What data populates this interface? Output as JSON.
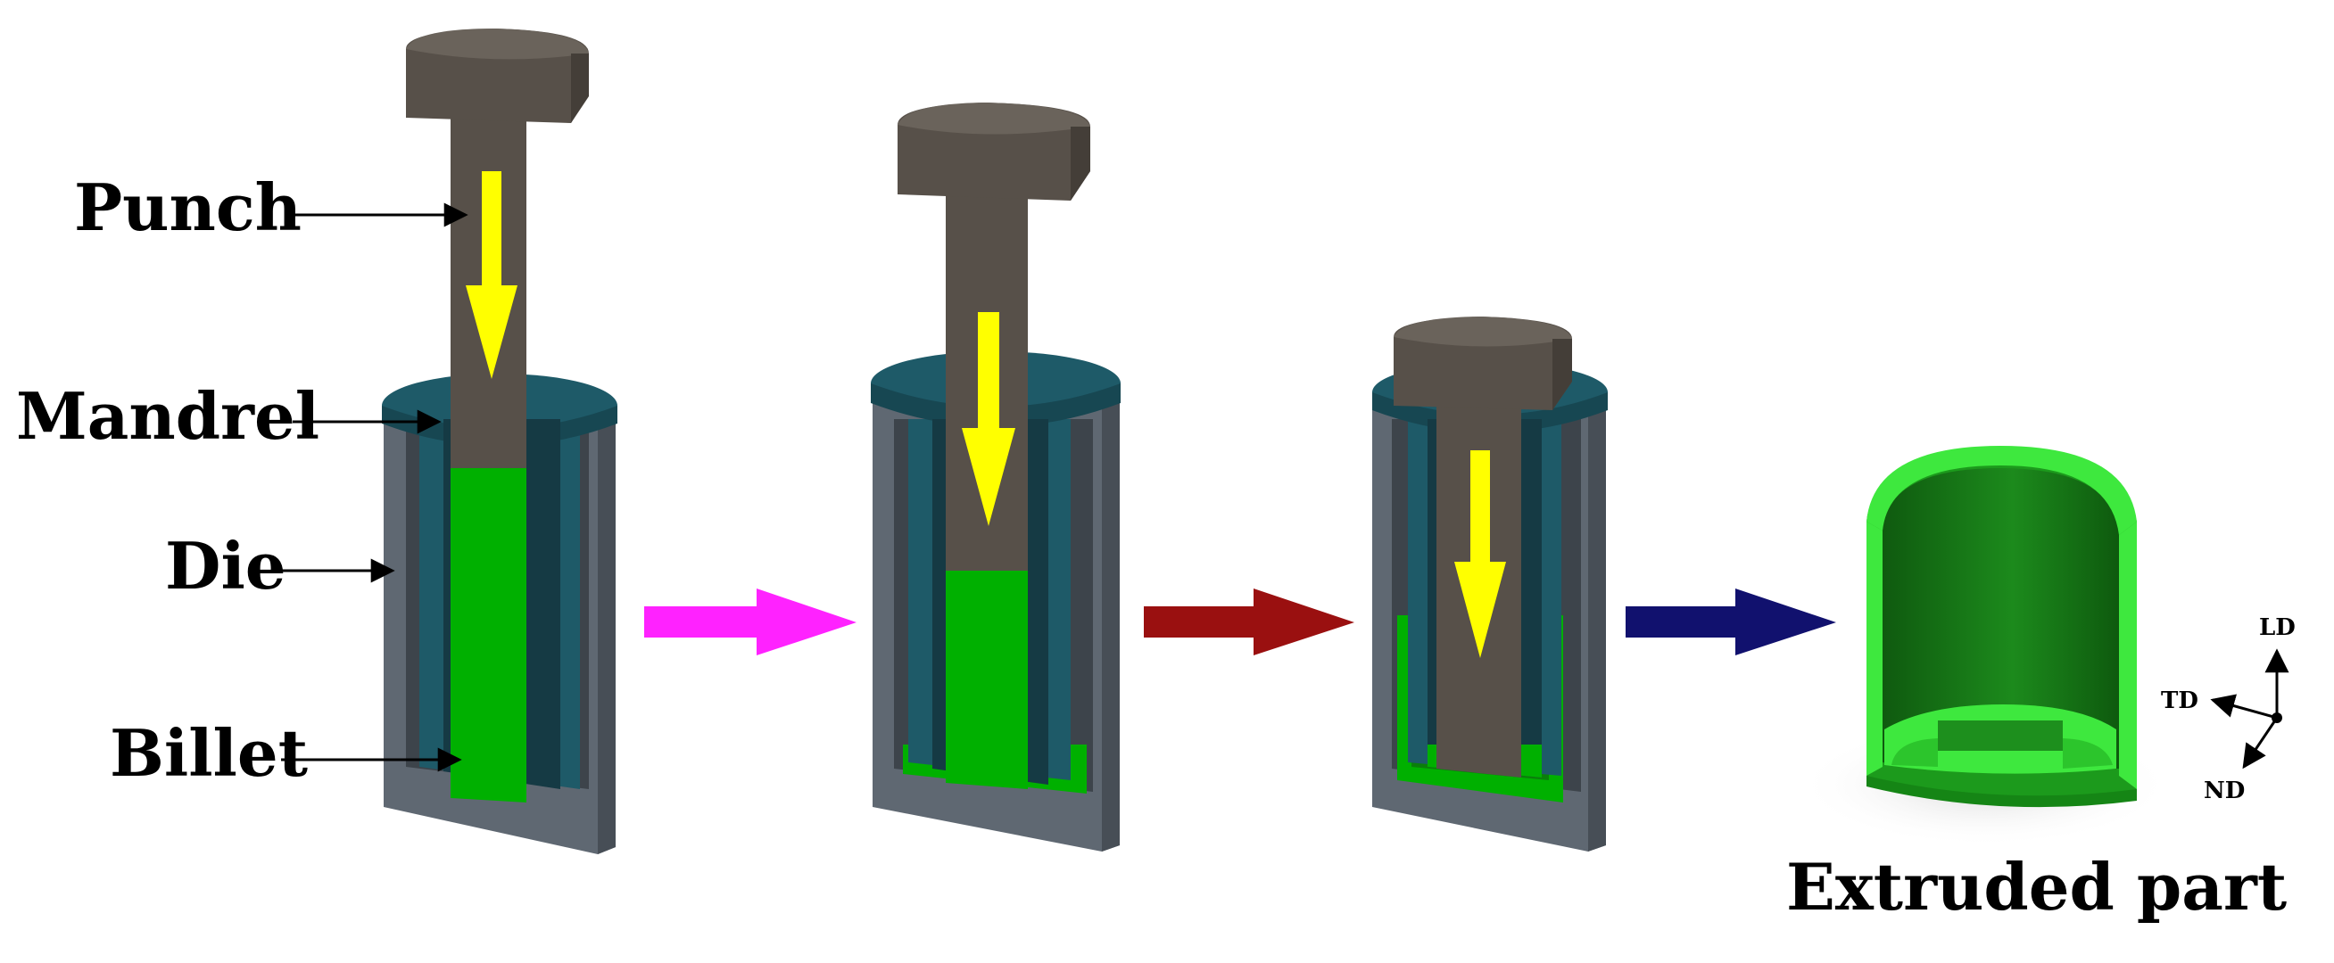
{
  "labels": {
    "punch": "Punch",
    "mandrel": "Mandrel",
    "die": "Die",
    "billet": "Billet",
    "extruded_part": "Extruded part"
  },
  "axes": {
    "ld": "LD",
    "td": "TD",
    "nd": "ND"
  },
  "colors": {
    "punch": "#575049",
    "mandrel": "#1e5a68",
    "die": "#5f6872",
    "billet": "#00b000",
    "part": "#3ee83e",
    "load_arrow": "#ffff00",
    "step1_arrow": "#ff22ff",
    "step2_arrow": "#9a1010",
    "step3_arrow": "#11116e"
  }
}
